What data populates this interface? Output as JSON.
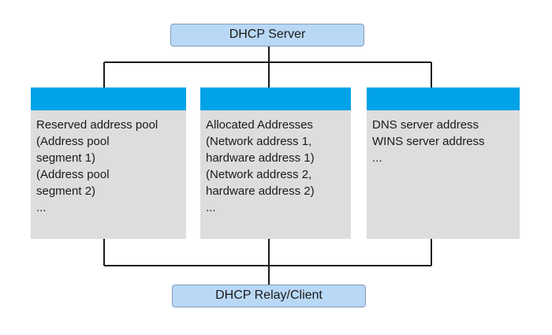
{
  "diagram": {
    "top_node": {
      "label": "DHCP Server"
    },
    "bottom_node": {
      "label": "DHCP Relay/Client"
    },
    "cards": [
      {
        "lines": [
          "Reserved address pool",
          "(Address pool",
          "segment 1)",
          "(Address pool",
          "segment 2)",
          "..."
        ]
      },
      {
        "lines": [
          "Allocated Addresses",
          "(Network address 1,",
          "hardware address 1)",
          "(Network address 2,",
          "hardware address 2)",
          "..."
        ]
      },
      {
        "lines": [
          "DNS server address",
          "WINS server address",
          "..."
        ]
      }
    ],
    "colors": {
      "node_fill": "#b9d8f5",
      "node_border": "#7f9db9",
      "card_header": "#00a3e8",
      "card_body": "#dddddd",
      "connector": "#1a1a1a"
    }
  }
}
